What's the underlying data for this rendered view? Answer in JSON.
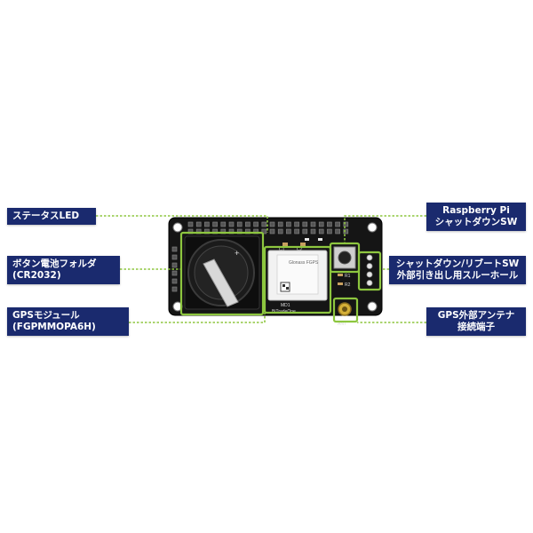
{
  "callouts": {
    "status_led": "ステータスLED",
    "battery_holder_line1": "ボタン電池フォルダ",
    "battery_holder_line2": "(CR2032)",
    "gps_module_line1": "GPSモジュール",
    "gps_module_line2": "(FGPMMOPA6H)",
    "rpi_shutdown_line1": "Raspberry Pi",
    "rpi_shutdown_line2": "シャットダウンSW",
    "reboot_sw_line1": "シャットダウン/リブートSW",
    "reboot_sw_line2": "外部引き出し用スルーホール",
    "ext_antenna_line1": "GPS外部アンテナ",
    "ext_antenna_line2": "接続端子"
  },
  "board": {
    "pcb_color": "#151515",
    "highlight_color": "#8dc63f",
    "battery_mark": "+",
    "gps_brand": "Glonass FGPS",
    "gps_ref": "MD1",
    "brand_text": "BiTradeOne",
    "antenna_ref": "ANT",
    "r_labels": [
      "R1",
      "R2"
    ],
    "c_labels": [
      "C1",
      "C2"
    ]
  },
  "colors": {
    "callout_bg": "#1a2a6e",
    "leader": "#8dc63f"
  }
}
